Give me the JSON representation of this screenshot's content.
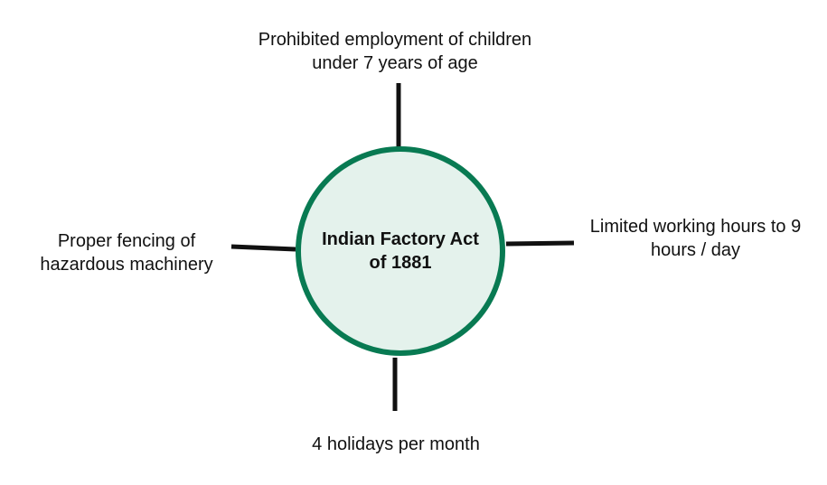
{
  "center": {
    "title": "Indian Factory Act of 1881"
  },
  "branches": {
    "top": "Prohibited employment of children under 7 years of age",
    "right": "Limited working hours to 9 hours / day",
    "left": "Proper fencing of hazardous machinery",
    "bottom": "4 holidays per month"
  },
  "colors": {
    "circle_border": "#087a52",
    "circle_fill": "#e4f2ec",
    "connector": "#111111"
  }
}
